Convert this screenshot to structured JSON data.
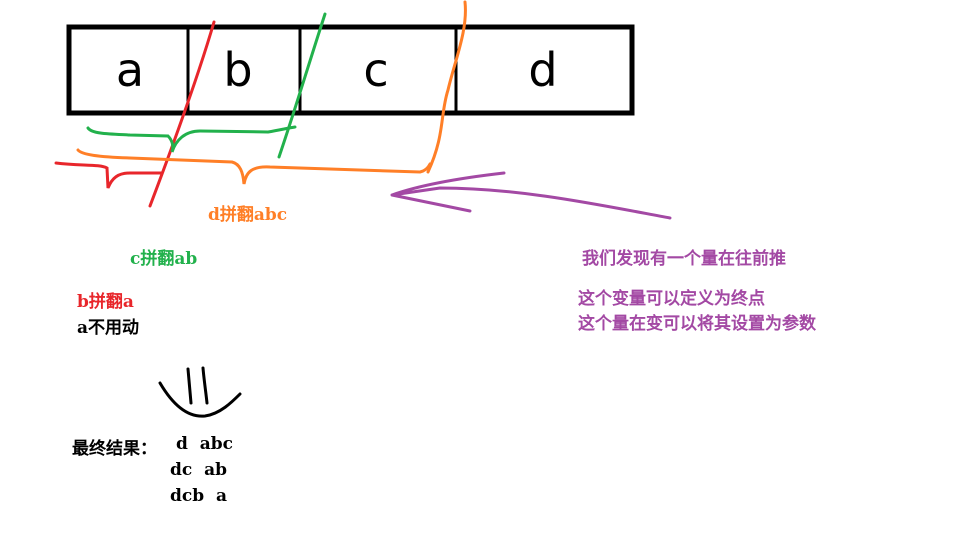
{
  "cells": [
    "a",
    "b",
    "c",
    "d"
  ],
  "labels": {
    "d_flip": "d拼翻abc",
    "c_flip": "c拼翻ab",
    "b_flip": "b拼翻a",
    "a_still": "a不用动"
  },
  "note": {
    "line1": "我们发现有一个量在往前推",
    "line2": "这个变量可以定义为终点",
    "line3": "这个量在变可以将其设置为参数"
  },
  "result": {
    "prefix": "最终结果：",
    "rows": [
      "d  abc",
      "dc  ab",
      "dcb  a"
    ]
  },
  "colors": {
    "red": "#e8262b",
    "green": "#22b14c",
    "orange": "#ff7f27",
    "purple": "#a349a4",
    "black": "#000000"
  }
}
